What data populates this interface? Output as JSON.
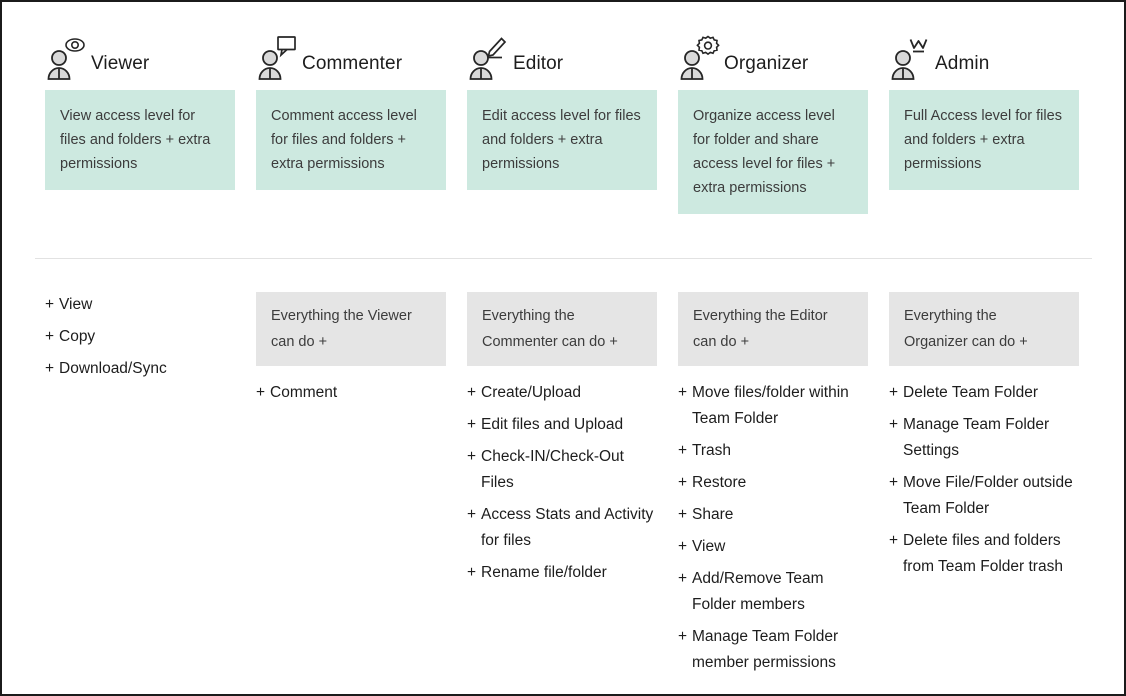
{
  "roles": [
    {
      "key": "viewer",
      "name": "Viewer",
      "icon": "eye-icon",
      "description": "View access level for files and folders + extra permissions",
      "inherits": "",
      "permissions": [
        "View",
        "Copy",
        "Download/Sync"
      ]
    },
    {
      "key": "commenter",
      "name": "Commenter",
      "icon": "comment-bubble-icon",
      "description": "Comment access level for files and folders + extra permissions",
      "inherits": "Everything the Viewer can do +",
      "permissions": [
        "Comment"
      ]
    },
    {
      "key": "editor",
      "name": "Editor",
      "icon": "pencil-icon",
      "description": "Edit access level for files and folders + extra permissions",
      "inherits": "Everything the Commenter can do +",
      "permissions": [
        "Create/Upload",
        "Edit files and Upload",
        "Check-IN/Check-Out Files",
        "Access Stats and Activity for files",
        "Rename file/folder"
      ]
    },
    {
      "key": "organizer",
      "name": "Organizer",
      "icon": "gear-icon",
      "description": "Organize access level for folder and share access level for files + extra permissions",
      "inherits": "Everything the Editor can do +",
      "permissions": [
        "Move files/folder within Team Folder",
        "Trash",
        "Restore",
        "Share",
        "View",
        "Add/Remove Team Folder members",
        "Manage Team Folder member permissions"
      ]
    },
    {
      "key": "admin",
      "name": "Admin",
      "icon": "crown-icon",
      "description": "Full Access level for files and folders + extra permissions",
      "inherits": "Everything the Organizer can do +",
      "permissions": [
        "Delete Team Folder",
        "Manage Team Folder Settings",
        "Move File/Folder outside Team Folder",
        "Delete files and folders from Team Folder trash"
      ]
    }
  ],
  "bullet": "+",
  "colors": {
    "description_background": "#cde9e0",
    "inherit_background": "#e5e5e5",
    "text": "#1d1d1d",
    "divider": "#e2e2e2",
    "page_border": "#1b1b1b"
  }
}
